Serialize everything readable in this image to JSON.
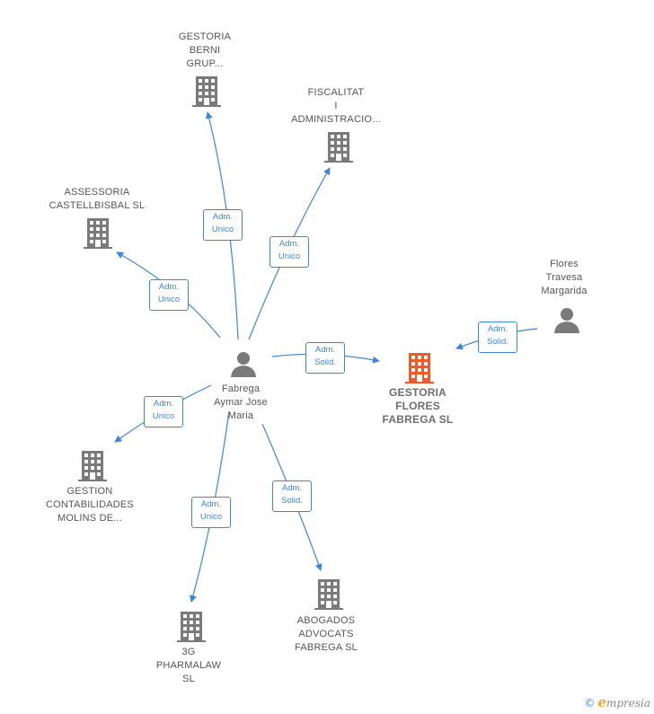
{
  "colors": {
    "edge": "#3d85d9",
    "building": "#7a7a7a",
    "building_main": "#f05a28",
    "person": "#7a7a7a"
  },
  "nodes": {
    "gestoria_berni": "GESTORIA\nBERNI\nGRUP...",
    "fiscalitat": "FISCALITAT\nI\nADMINISTRACIO...",
    "assessoria": "ASSESSORIA\nCASTELLBISBAL SL",
    "flores_travesa": "Flores\nTravesa\nMargarida",
    "fabrega": "Fabrega\nAymar Jose\nMaria",
    "gestoria_flores": "GESTORIA\nFLORES\nFABREGA  SL",
    "gestion": "GESTION\nCONTABILIDADES\nMOLINS DE...",
    "pharmalaw": "3G\nPHARMALAW\nSL",
    "abogados": "ABOGADOS\nADVOCATS\nFABREGA  SL"
  },
  "edges": {
    "to_berni": "Adm.\nUnico",
    "to_fiscalitat": "Adm.\nUnico",
    "to_assessoria": "Adm.\nUnico",
    "flores_to_main": "Adm.\nSolid.",
    "fabrega_to_main": "Adm.\nSolid.",
    "to_gestion": "Adm.\nUnico",
    "to_pharmalaw": "Adm.\nUnico",
    "to_abogados": "Adm.\nSolid."
  },
  "footer": {
    "copyright": "©",
    "brand_initial": "e",
    "brand_rest": "mpresia"
  }
}
